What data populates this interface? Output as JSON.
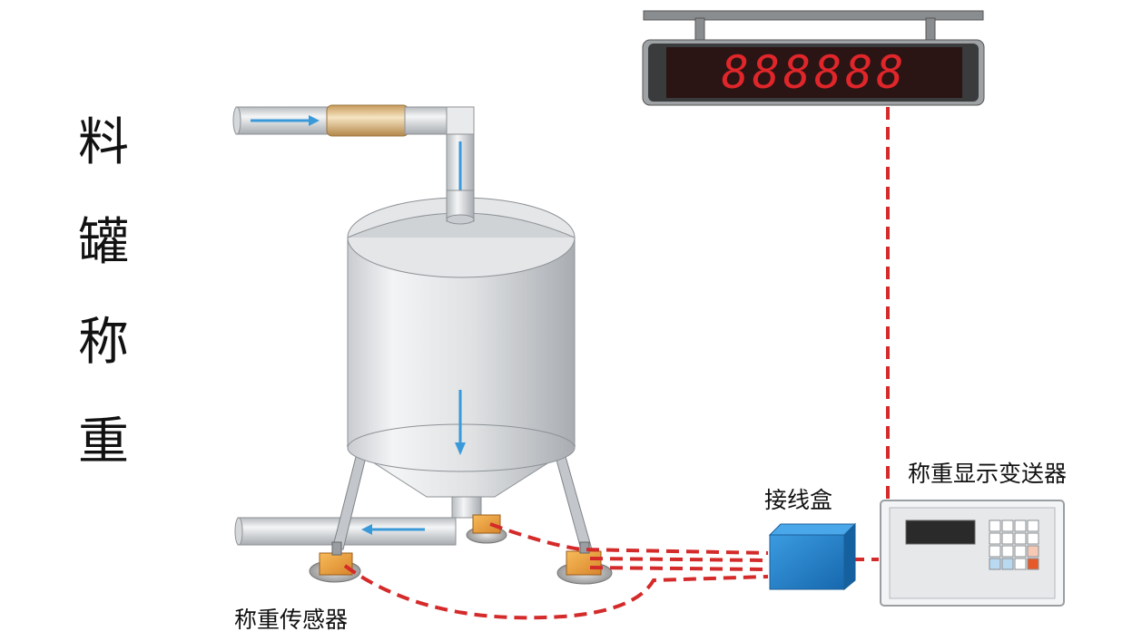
{
  "title_chars": [
    "料",
    "罐",
    "称",
    "重"
  ],
  "display": {
    "digits": "888888"
  },
  "labels": {
    "sensor": "称重传感器",
    "junction_box": "接线盒",
    "transmitter": "称重显示变送器"
  },
  "colors": {
    "signal_line": "#d42a2a",
    "flow_arrow": "#3a9ad9",
    "display_digits": "#e0262a",
    "junction_box": "#1f7fc9",
    "sensor_block": "#f2a43a",
    "tank": "#d9dcdf"
  },
  "keypad_highlight_colors": [
    "#f7c9b5",
    "#e65a2a",
    "#b9d9f0"
  ]
}
